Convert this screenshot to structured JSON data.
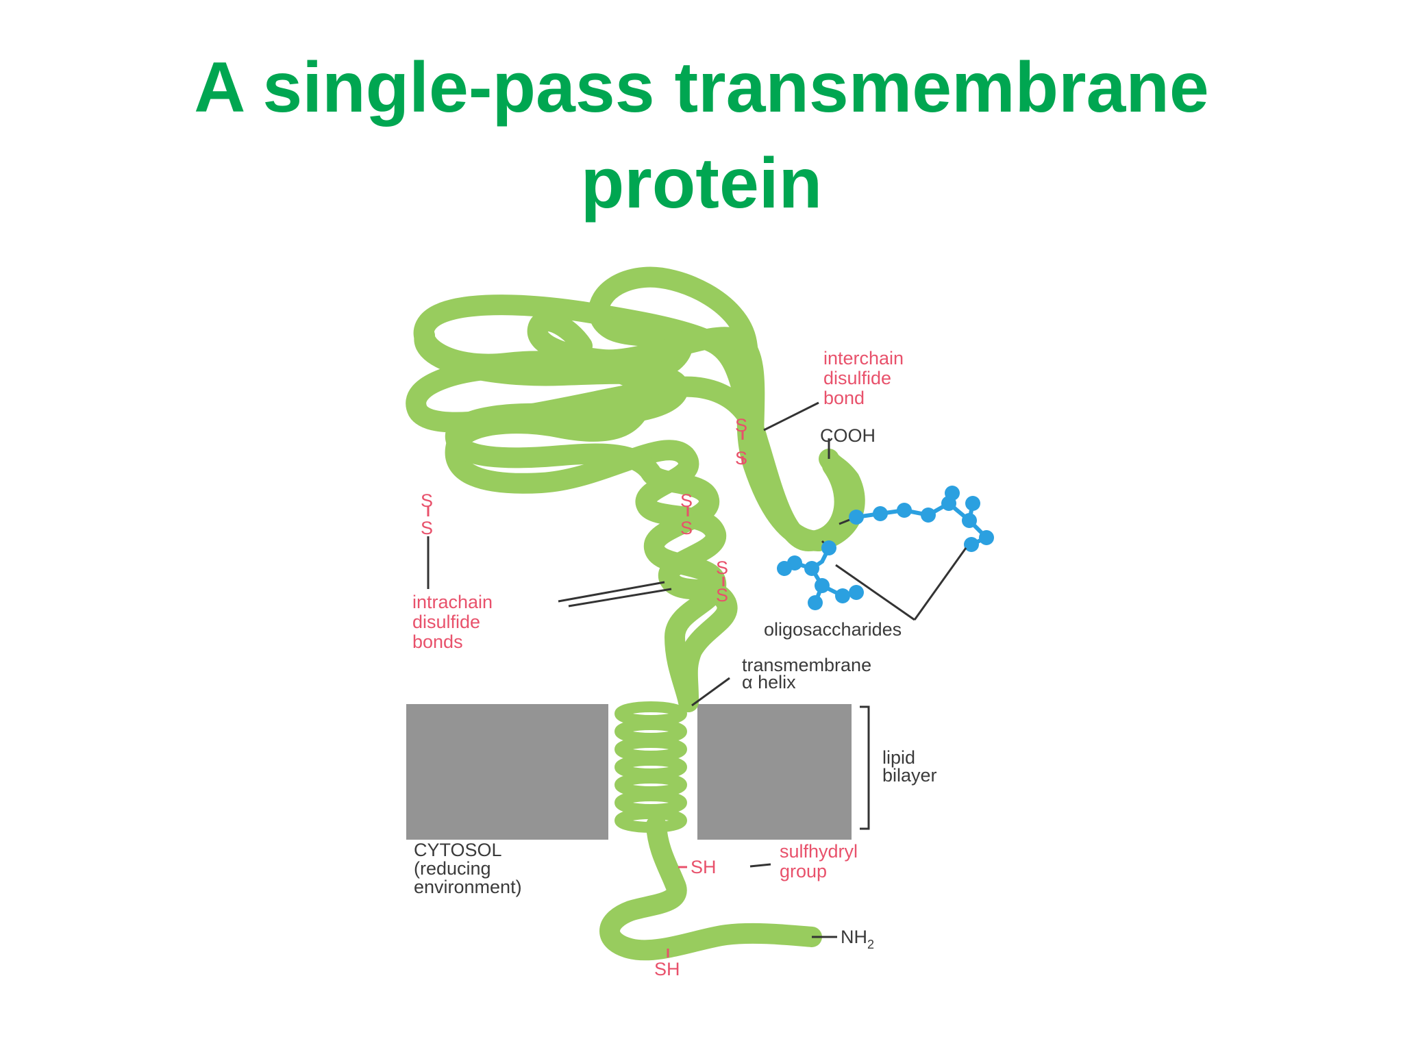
{
  "title": {
    "line1": "A single-pass transmembrane",
    "line2": "protein"
  },
  "labels": {
    "interchain": [
      "interchain",
      "disulfide",
      "bond"
    ],
    "cooh": "COOH",
    "intrachain": [
      "intrachain",
      "disulfide",
      "bonds"
    ],
    "oligosaccharides": "oligosaccharides",
    "transmembrane": [
      "transmembrane",
      "α helix"
    ],
    "lipid_bilayer": [
      "lipid",
      "bilayer"
    ],
    "cytosol": [
      "CYTOSOL",
      "(reducing",
      "environment)"
    ],
    "sulfhydryl": [
      "sulfhydryl",
      "group"
    ],
    "sh": "SH",
    "nh2": "NH",
    "nh2_sub": "2",
    "s": "S"
  },
  "colors": {
    "title": "#00a651",
    "chain": "#98cc5e",
    "membrane": "#949494",
    "sugar": "#2ba0e0",
    "red_label": "#e8516b",
    "dark_label": "#3a3a3a"
  }
}
